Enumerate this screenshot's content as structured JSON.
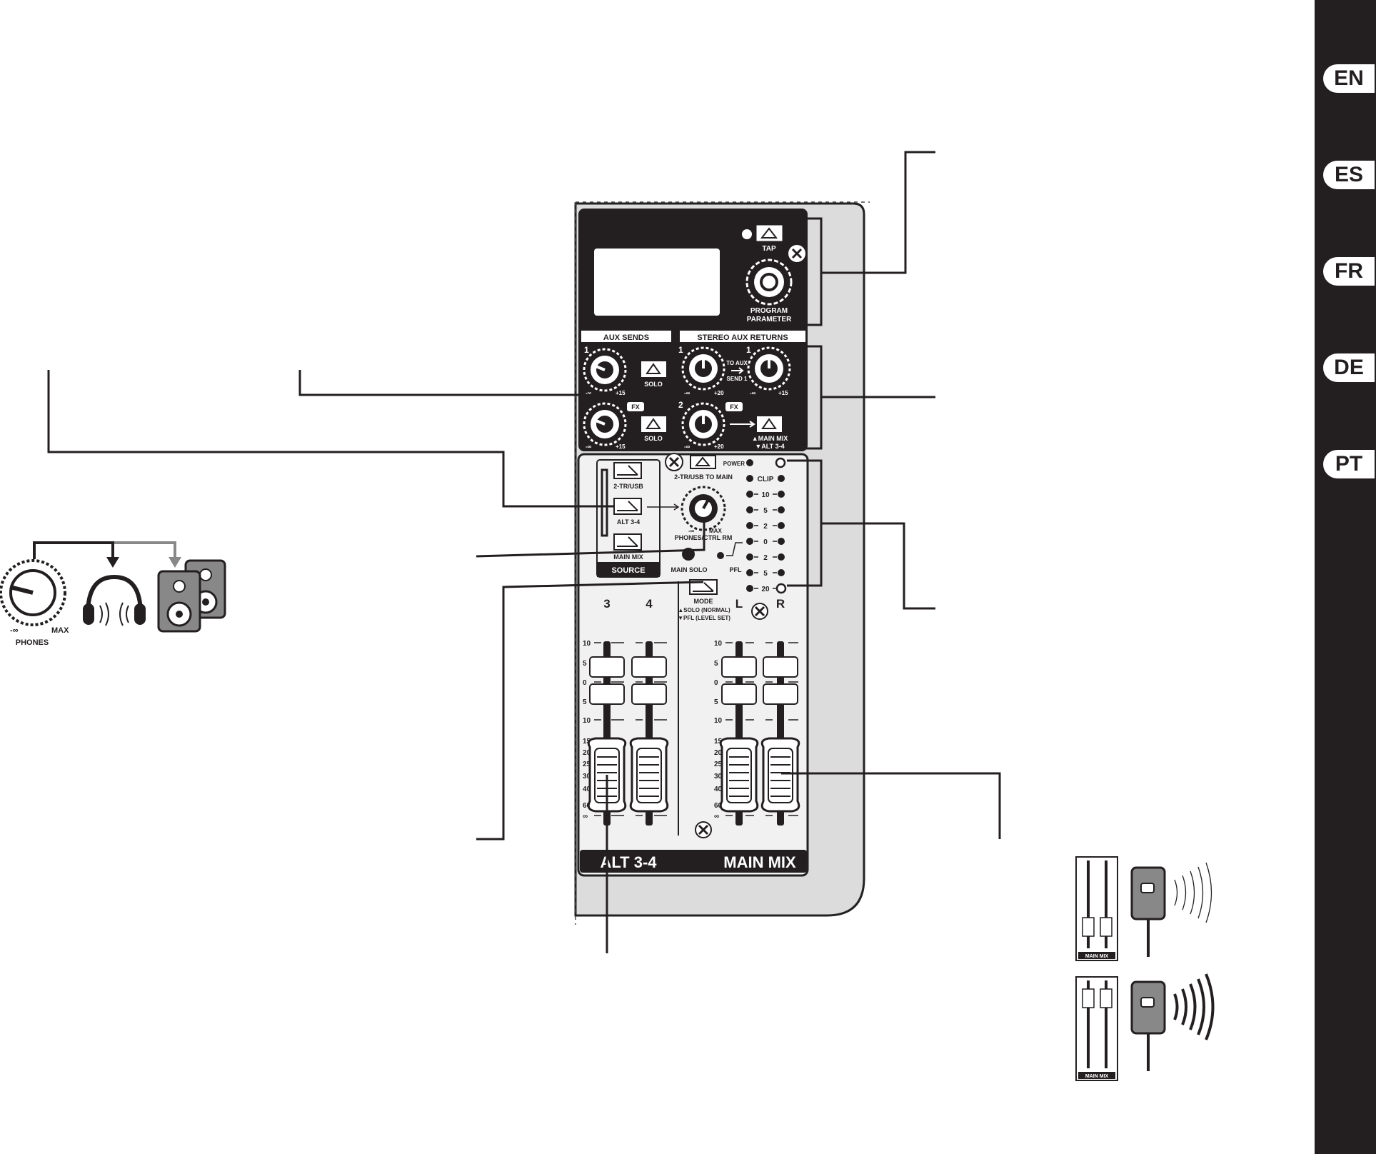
{
  "languages": [
    "EN",
    "ES",
    "FR",
    "DE",
    "PT"
  ],
  "fx": {
    "tap": "TAP",
    "program": "PROGRAM",
    "parameter": "PARAMETER"
  },
  "aux_sends": {
    "title": "AUX SENDS",
    "ch1": "1",
    "min": "-∞",
    "max": "+15",
    "solo": "SOLO",
    "fx": "FX"
  },
  "stereo_aux_returns": {
    "title": "STEREO AUX RETURNS",
    "ch1": "1",
    "ch2": "2",
    "min": "-∞",
    "max": "+20",
    "to_aux": "TO AUX",
    "send1": "SEND 1",
    "fx": "FX",
    "main_mix": "▲MAIN MIX",
    "alt34": "▼ALT 3-4",
    "max15": "+15"
  },
  "source": {
    "b1": "2-TR/USB",
    "b2": "ALT 3-4",
    "b3": "MAIN MIX",
    "label": "SOURCE"
  },
  "phones": {
    "to_main": "2-TR/USB TO MAIN",
    "min": "-∞",
    "max": "MAX",
    "label": "PHONES/CTRL RM"
  },
  "solo": {
    "main_solo": "MAIN SOLO",
    "pfl": "PFL",
    "mode": "MODE",
    "normal": "▲SOLO (NORMAL)",
    "level": "▼PFL (LEVEL SET)"
  },
  "meter": {
    "power": "POWER",
    "clip": "CLIP",
    "levels": [
      "10",
      "5",
      "2",
      "0",
      "2",
      "5",
      "20"
    ]
  },
  "faders": {
    "ch3": "3",
    "ch4": "4",
    "left": "L",
    "right": "R",
    "scale": [
      "10",
      "5",
      "0",
      "5",
      "10",
      "15",
      "20",
      "25",
      "30",
      "40",
      "60",
      "∞"
    ],
    "alt_label": "ALT 3-4",
    "main_label": "MAIN MIX"
  },
  "phones_icon": {
    "min": "-∞",
    "max": "MAX",
    "label": "PHONES"
  },
  "mini_strip": {
    "label": "MAIN MIX"
  }
}
